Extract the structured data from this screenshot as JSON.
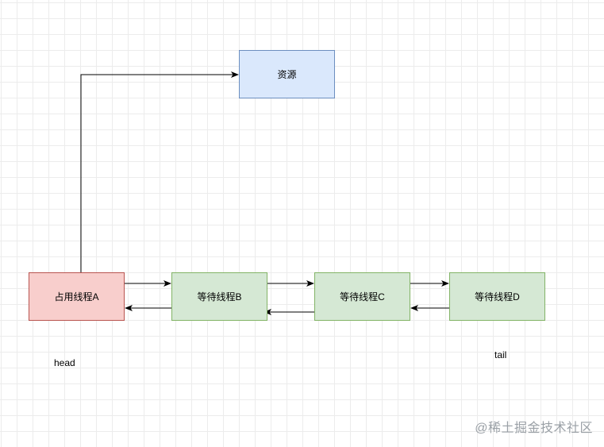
{
  "nodes": {
    "resource": {
      "label": "资源",
      "fill": "#dae8fc",
      "stroke": "#6c8ebf"
    },
    "thread_a": {
      "label": "占用线程A",
      "fill": "#f8cecc",
      "stroke": "#b85450"
    },
    "thread_b": {
      "label": "等待线程B",
      "fill": "#d5e8d4",
      "stroke": "#82b366"
    },
    "thread_c": {
      "label": "等待线程C",
      "fill": "#d5e8d4",
      "stroke": "#82b366"
    },
    "thread_d": {
      "label": "等待线程D",
      "fill": "#d5e8d4",
      "stroke": "#82b366"
    }
  },
  "labels": {
    "head": "head",
    "tail": "tail"
  },
  "watermark": "@稀土掘金技术社区",
  "colors": {
    "edge": "#000000",
    "grid": "#ececec"
  }
}
